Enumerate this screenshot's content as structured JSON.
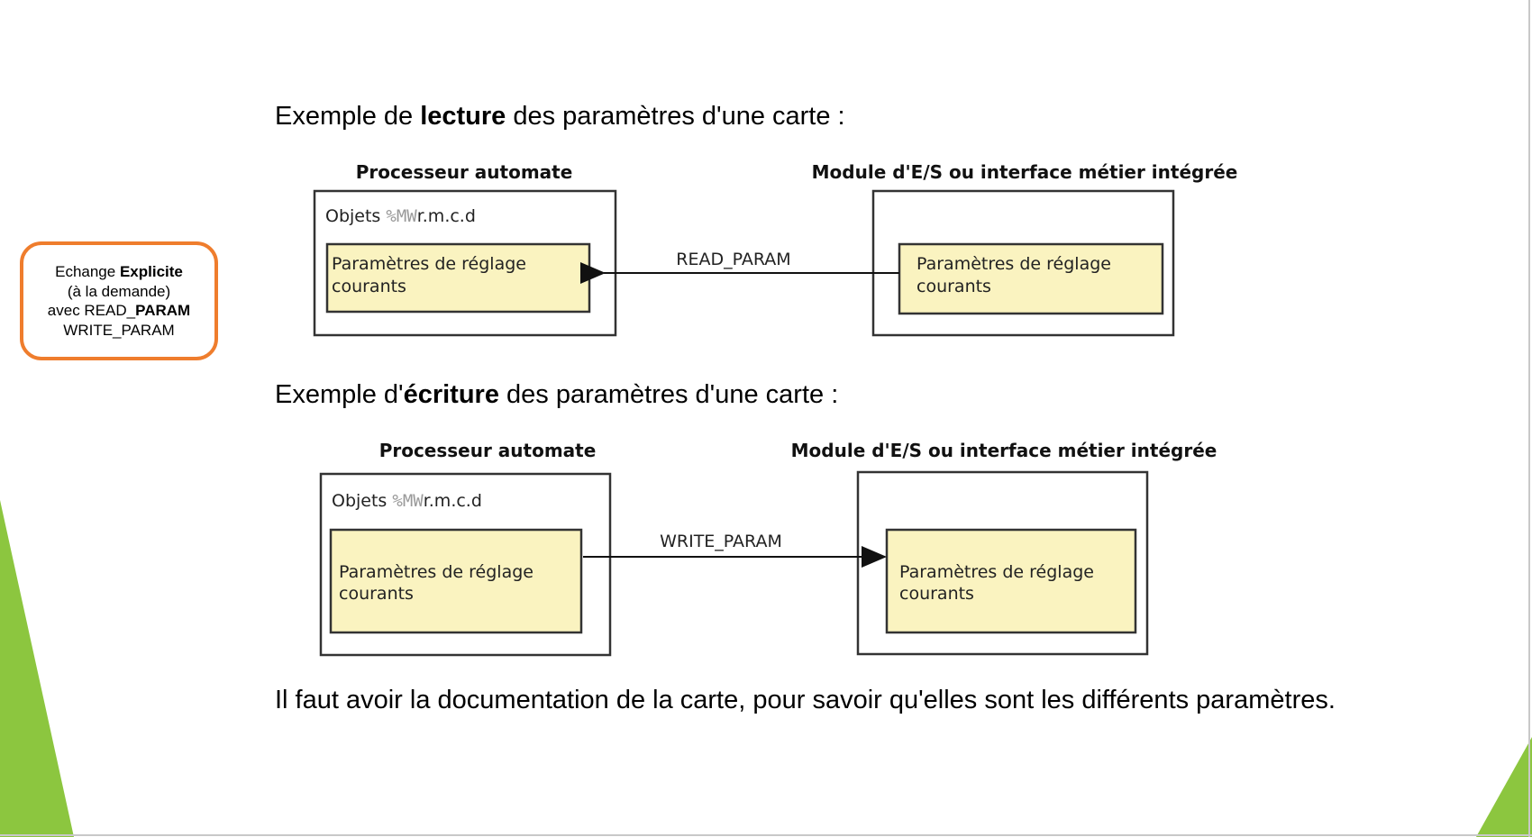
{
  "headings": {
    "read": {
      "prefix": "Exemple de ",
      "bold": "lecture",
      "suffix": " des paramètres d'une carte :"
    },
    "write": {
      "prefix": "Exemple d'",
      "bold": "écriture",
      "suffix": " des paramètres d'une carte :"
    }
  },
  "callout": {
    "line1_prefix": "Echange ",
    "line1_bold": "Explicite",
    "line2": "(à la demande)",
    "line3_prefix": "avec READ_",
    "line3_bold": "PARAM",
    "line4": "WRITE_PARAM"
  },
  "read_diagram": {
    "left_title": "Processeur automate",
    "right_title": "Module d'E/S ou interface métier intégrée",
    "objects_label_prefix": "Objets ",
    "objects_label_mono": "%MW",
    "objects_label_suffix": "r.m.c.d",
    "left_box_line1": "Paramètres de réglage",
    "left_box_line2": "courants",
    "right_box_line1": "Paramètres de réglage",
    "right_box_line2": "courants",
    "arrow_label": "READ_PARAM"
  },
  "write_diagram": {
    "left_title": "Processeur automate",
    "right_title": "Module d'E/S ou interface métier intégrée",
    "objects_label_prefix": "Objets ",
    "objects_label_mono": "%MW",
    "objects_label_suffix": "r.m.c.d",
    "left_box_line1": "Paramètres de réglage",
    "left_box_line2": "courants",
    "right_box_line1": "Paramètres de réglage",
    "right_box_line2": "courants",
    "arrow_label": "WRITE_PARAM"
  },
  "footer_note": "Il faut avoir la documentation de la carte, pour savoir qu'elles sont les différents paramètres.",
  "colors": {
    "accent_green": "#8cc63f",
    "callout_border": "#ef7d2d",
    "param_box_fill": "#faf3c0"
  }
}
